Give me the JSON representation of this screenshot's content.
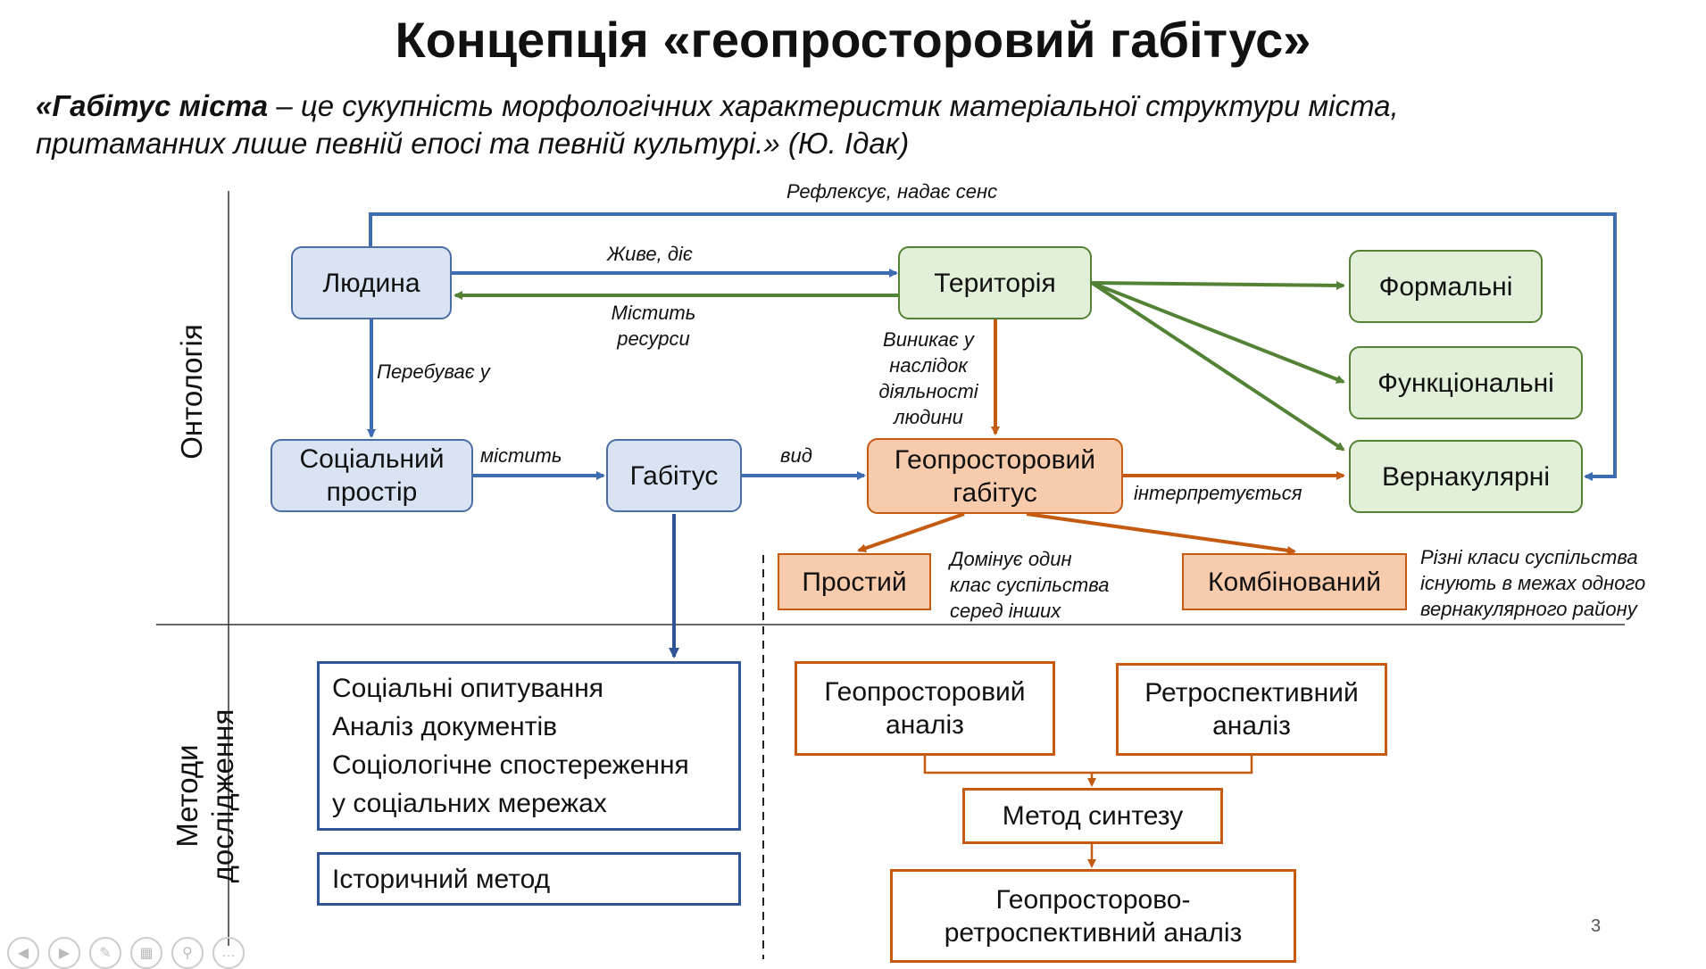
{
  "title": "Концепція «геопросторовий габітус»",
  "quote": {
    "term": "«Габітус міста",
    "dash_text": " – це сукупність морфологічних характеристик матеріальної структури міста,",
    "line2": "притаманних лише певній епосі та певній культурі.» (Ю. Ідак)"
  },
  "sections": {
    "ontology": "Онтологія",
    "methods_line1": "Методи",
    "methods_line2": "дослідження"
  },
  "nodes": {
    "human": "Людина",
    "territory": "Територія",
    "formal": "Формальні",
    "functional": "Функціональні",
    "vernacular": "Вернакулярні",
    "social_space_1": "Соціальний",
    "social_space_2": "простір",
    "habitus": "Габітус",
    "geo_habitus_1": "Геопросторовий",
    "geo_habitus_2": "габітус",
    "simple": "Простий",
    "combined": "Комбінований"
  },
  "edge_labels": {
    "reflexes": "Рефлексує, надає сенс",
    "lives": "Живе, діє",
    "contains_resources_1": "Містить",
    "contains_resources_2": "ресурси",
    "stays_in": "Перебуває у",
    "arises_1": "Виникає у",
    "arises_2": "наслідок",
    "arises_3": "діяльності",
    "arises_4": "людини",
    "contains": "містить",
    "kind": "вид",
    "interpreted": "інтерпретується"
  },
  "notes": {
    "simple_1": "Домінує один",
    "simple_2": "клас суспільства",
    "simple_3": "серед інших",
    "combined_1": "Різні класи суспільства",
    "combined_2": "існують в межах одного",
    "combined_3": "вернакулярного району"
  },
  "methods_left": {
    "items": [
      "Соціальні опитування",
      "Аналіз документів",
      "Соціологічне спостереження",
      "у соціальних мережах"
    ],
    "historical": "Історичний метод"
  },
  "methods_right": {
    "geo_analysis_1": "Геопросторовий",
    "geo_analysis_2": "аналіз",
    "retro_analysis_1": "Ретроспективний",
    "retro_analysis_2": "аналіз",
    "synthesis": "Метод синтезу",
    "geo_retro_1": "Геопросторово-",
    "geo_retro_2": "ретроспективний аналіз"
  },
  "page_number": "3",
  "colors": {
    "blue_line": "#3d6cb0",
    "green_line": "#548235",
    "orange_line": "#c55a11",
    "dark_blue": "#2f5597"
  }
}
